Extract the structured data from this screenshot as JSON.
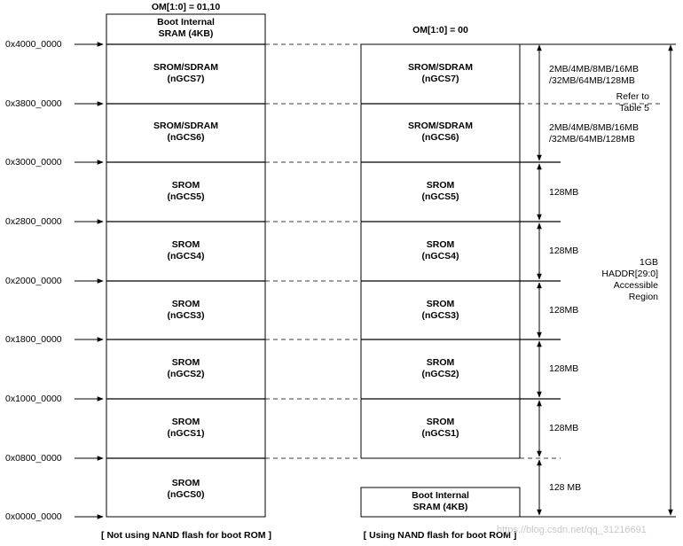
{
  "title_left": "OM[1:0] = 01,10",
  "title_right": "OM[1:0] = 00",
  "addresses": [
    "0x4000_0000",
    "0x3800_0000",
    "0x3000_0000",
    "0x2800_0000",
    "0x2000_0000",
    "0x1800_0000",
    "0x1000_0000",
    "0x0800_0000",
    "0x0000_0000"
  ],
  "left": {
    "boot_line1": "Boot Internal",
    "boot_line2": "SRAM (4KB)",
    "blocks": [
      {
        "l1": "SROM/SDRAM",
        "l2": "(nGCS7)"
      },
      {
        "l1": "SROM/SDRAM",
        "l2": "(nGCS6)"
      },
      {
        "l1": "SROM",
        "l2": "(nGCS5)"
      },
      {
        "l1": "SROM",
        "l2": "(nGCS4)"
      },
      {
        "l1": "SROM",
        "l2": "(nGCS3)"
      },
      {
        "l1": "SROM",
        "l2": "(nGCS2)"
      },
      {
        "l1": "SROM",
        "l2": "(nGCS1)"
      },
      {
        "l1": "SROM",
        "l2": "(nGCS0)"
      }
    ],
    "caption": "[ Not using NAND flash for boot ROM ]"
  },
  "right": {
    "blocks": [
      {
        "l1": "SROM/SDRAM",
        "l2": "(nGCS7)"
      },
      {
        "l1": "SROM/SDRAM",
        "l2": "(nGCS6)"
      },
      {
        "l1": "SROM",
        "l2": "(nGCS5)"
      },
      {
        "l1": "SROM",
        "l2": "(nGCS4)"
      },
      {
        "l1": "SROM",
        "l2": "(nGCS3)"
      },
      {
        "l1": "SROM",
        "l2": "(nGCS2)"
      },
      {
        "l1": "SROM",
        "l2": "(nGCS1)"
      }
    ],
    "boot_line1": "Boot Internal",
    "boot_line2": "SRAM (4KB)",
    "caption": "[ Using NAND flash for boot ROM ]"
  },
  "sizes": {
    "gcs7_l1": "2MB/4MB/8MB/16MB",
    "gcs7_l2": "/32MB/64MB/128MB",
    "refer_l1": "Refer to",
    "refer_l2": "Table 5",
    "gcs6_l1": "2MB/4MB/8MB/16MB",
    "gcs6_l2": "/32MB/64MB/128MB",
    "gcs5": "128MB",
    "gcs4": "128MB",
    "gcs3": "128MB",
    "gcs2": "128MB",
    "gcs1": "128MB",
    "gcs0": "128 MB"
  },
  "region": {
    "l1": "1GB",
    "l2": "HADDR[29:0]",
    "l3": "Accessible",
    "l4": "Region"
  },
  "watermark": "https://blog.csdn.net/qq_31216691"
}
